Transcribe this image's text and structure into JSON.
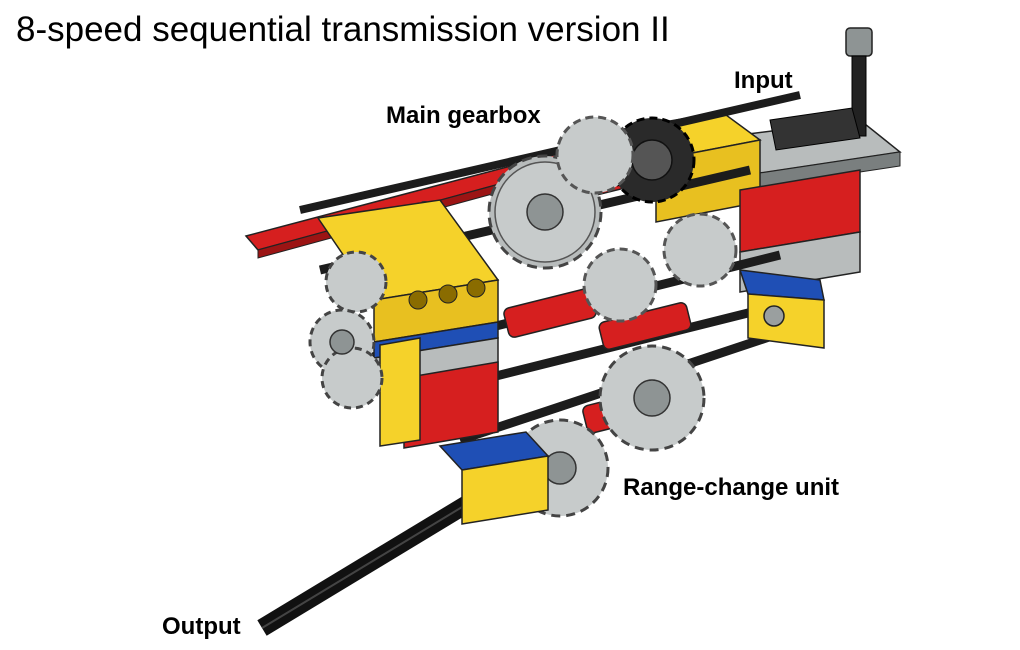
{
  "title": "8-speed sequential transmission version II",
  "labels": {
    "input": "Input",
    "main_gearbox": "Main gearbox",
    "range_change_unit": "Range-change unit",
    "output": "Output"
  },
  "colors": {
    "brick_yellow": "#f5d22a",
    "brick_red": "#d61f1f",
    "plate_blue": "#1f4fb5",
    "gear_gray": "#b8bcbc",
    "axle_black": "#1c1c1c",
    "bush_gray": "#8e9494"
  }
}
